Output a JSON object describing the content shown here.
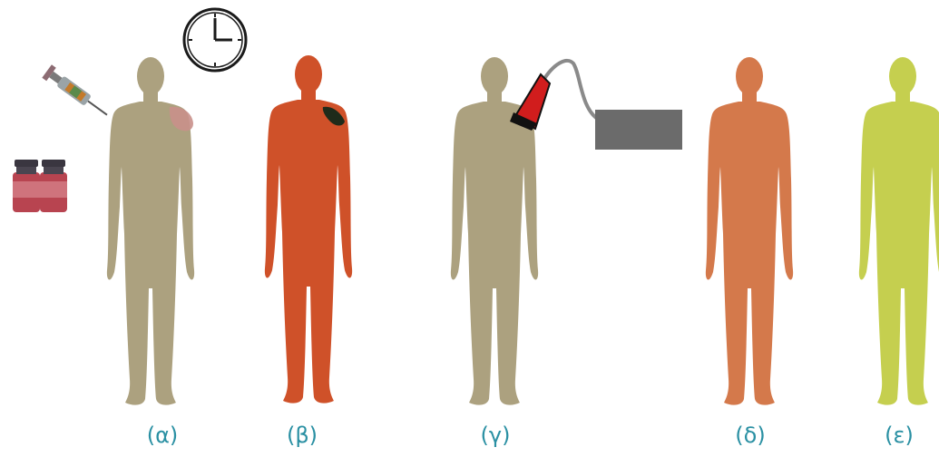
{
  "panels": [
    {
      "label": "(α)",
      "figure": "person-silhouette",
      "body_color": "#aca17f",
      "shoulder_mark": "pink-injection-site",
      "props": [
        "syringe-icon",
        "vials-icon",
        "clock-icon"
      ]
    },
    {
      "label": "(β)",
      "figure": "person-silhouette",
      "body_color": "#cf5129",
      "shoulder_mark": "dark-patch"
    },
    {
      "label": "(γ)",
      "figure": "person-silhouette",
      "body_color": "#aca17f",
      "props": [
        "probe-icon",
        "device-box-icon"
      ]
    },
    {
      "label": "(δ)",
      "figure": "person-silhouette",
      "body_color": "#d4794b"
    },
    {
      "label": "(ε)",
      "figure": "person-silhouette",
      "body_color": "#c5cf4f"
    }
  ],
  "colors": {
    "label": "#2a90a3",
    "device": "#6b6b6b",
    "probe": "#d11d1d",
    "shoulder_pink": "#c9908b",
    "shoulder_dark": "#1f2b1a"
  }
}
